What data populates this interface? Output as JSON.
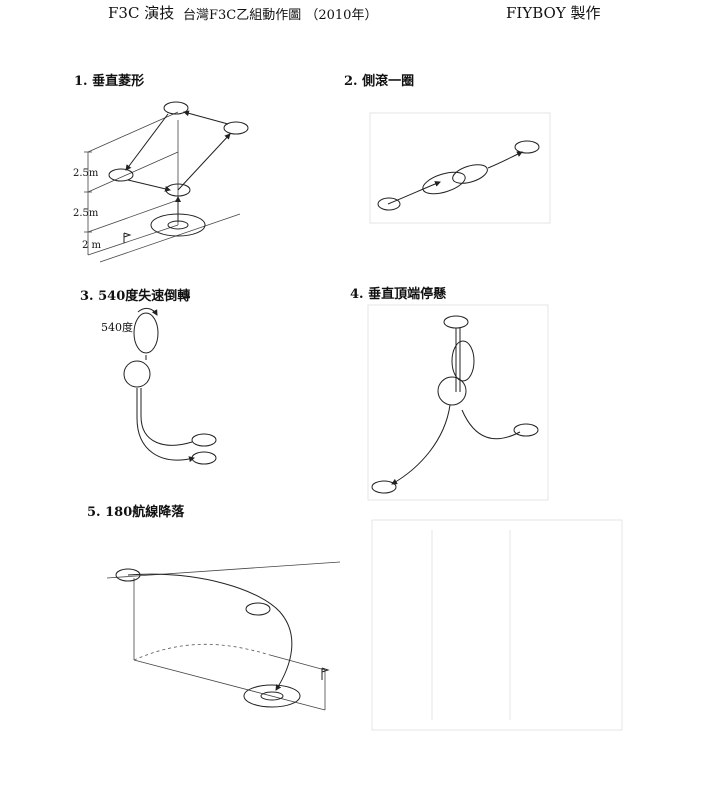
{
  "header": {
    "left": "F3C 演技",
    "center": "台灣F3C乙組動作圖 （2010年）",
    "right": "FIYBOY 製作"
  },
  "sections": [
    {
      "label": "1. 垂直菱形"
    },
    {
      "label": "2. 側滾一圈"
    },
    {
      "label": "3. 540度失速倒轉"
    },
    {
      "label": "4. 垂直頂端停懸"
    },
    {
      "label": "5. 180航線降落"
    }
  ],
  "annotations": {
    "dim_1": "2.5m",
    "dim_2": "2.5m",
    "dim_3": "2 m",
    "deg_540": "540度"
  },
  "colors": {
    "ink": "#222222",
    "background": "#ffffff"
  }
}
